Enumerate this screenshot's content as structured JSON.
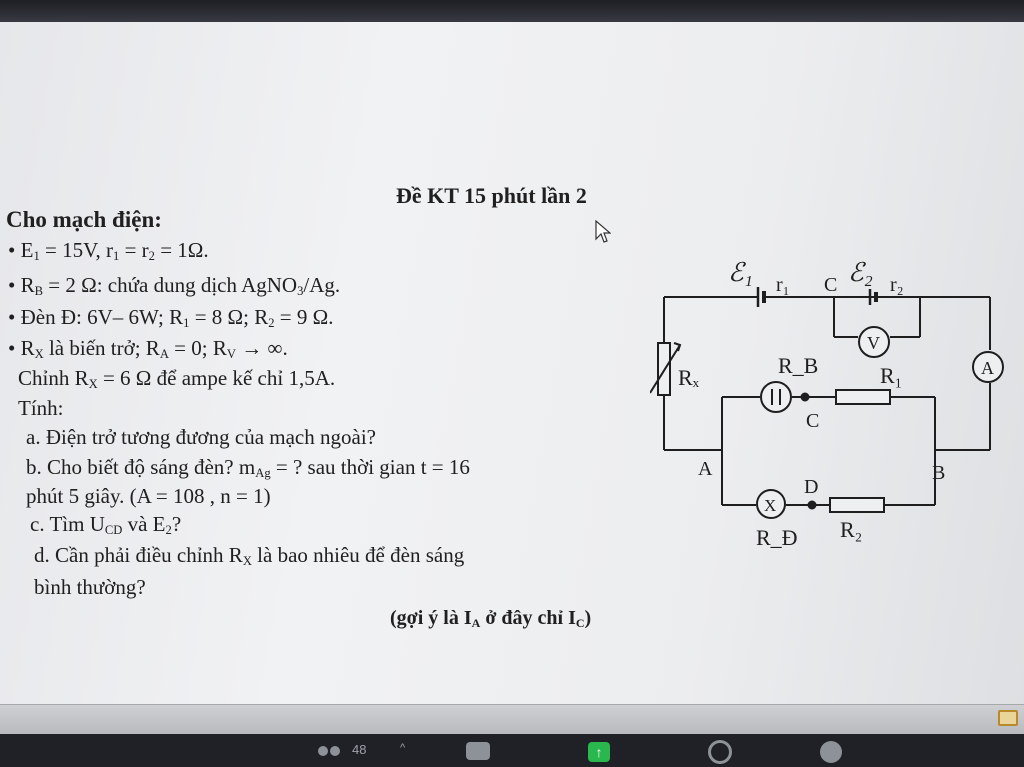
{
  "slide": {
    "title": "Đề KT 15 phút lần 2",
    "heading": "Cho mạch điện:",
    "bullets": [
      "• E₁ = 15V, r₁ = r₂ = 1Ω.",
      "• R_B = 2 Ω: chứa dung dịch AgNO₃/Ag.",
      "• Đèn Đ: 6V– 6W; R₁ = 8 Ω; R₂ = 9 Ω.",
      "• R_X là biến trở; R_A = 0; R_V → ∞."
    ],
    "line5": "Chỉnh R_X = 6 Ω để ampe kế chỉ 1,5A.",
    "line6": "Tính:",
    "qa": "a. Điện trở tương đương của mạch ngoài?",
    "qb": "b. Cho biết độ sáng đèn? m_Ag = ? sau thời gian t = 16",
    "qb2": "phút 5 giây. (A = 108 , n = 1)",
    "qc": "c. Tìm U_CD và E₂?",
    "qd": "d. Cần phải điều chỉnh R_X là bao nhiêu để đèn sáng",
    "qd2": "bình thường?",
    "hint": "(gợi ý là I_A ở đây chỉ I_C)"
  },
  "circuit_labels": {
    "e1": "ℰ₁",
    "r1": "r₁",
    "c_top": "C",
    "e2": "ℰ₂",
    "r2": "r₂",
    "voltmeter": "V",
    "ammeter": "A",
    "rx": "Rₓ",
    "rb": "R_B",
    "r1_res": "R₁",
    "c_node": "C",
    "a_node": "A",
    "b_node": "B",
    "lamp": "X",
    "d_node": "D",
    "rd": "R_Đ",
    "r2_res": "R₂"
  },
  "taskbar": {
    "participants_count": "48",
    "caret": "^",
    "share_arrow": "↑"
  }
}
